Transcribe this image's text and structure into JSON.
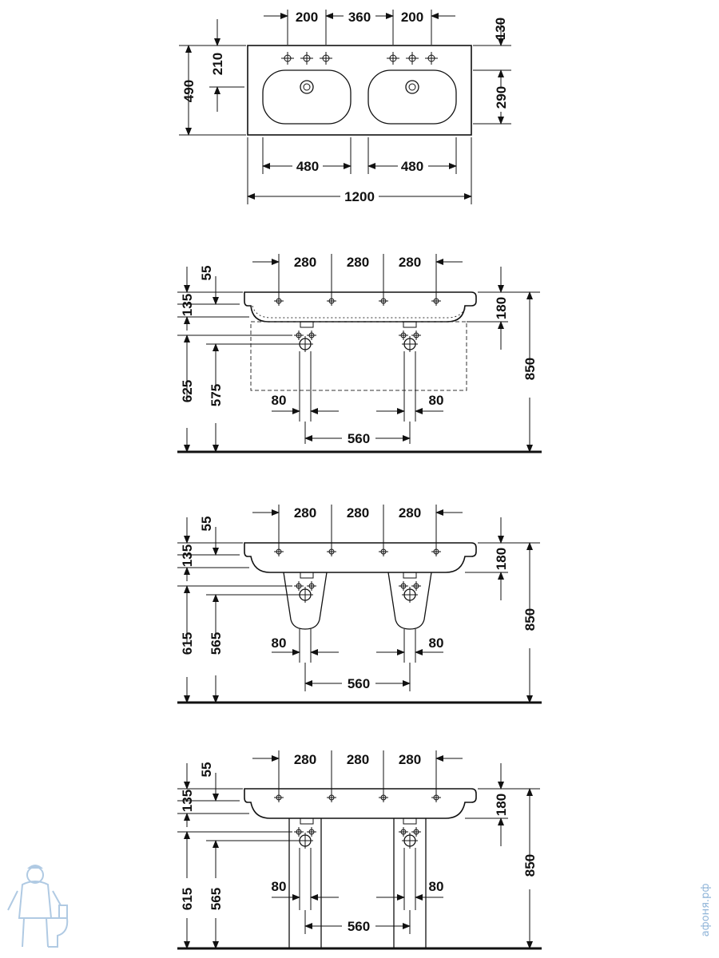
{
  "top_view": {
    "tap_spacing_left": "200",
    "tap_spacing_center": "360",
    "tap_spacing_right": "200",
    "depth_total": "490",
    "tap_to_back": "210",
    "back_to_tap_row": "130",
    "bowl_depth": "290",
    "bowl_width_left": "480",
    "bowl_width_right": "480",
    "overall_width": "1200"
  },
  "view_a": {
    "hole_spacing_1": "280",
    "hole_spacing_2": "280",
    "hole_spacing_3": "280",
    "top_thickness": "55",
    "rim_height": "135",
    "right_height": "180",
    "trap_height": "625",
    "supply_height": "575",
    "offset_left": "80",
    "offset_right": "80",
    "waste_spacing": "560",
    "total_height": "850"
  },
  "view_b": {
    "hole_spacing_1": "280",
    "hole_spacing_2": "280",
    "hole_spacing_3": "280",
    "top_thickness": "55",
    "rim_height": "135",
    "right_height": "180",
    "trap_height": "615",
    "supply_height": "565",
    "offset_left": "80",
    "offset_right": "80",
    "waste_spacing": "560",
    "total_height": "850"
  },
  "view_c": {
    "hole_spacing_1": "280",
    "hole_spacing_2": "280",
    "hole_spacing_3": "280",
    "top_thickness": "55",
    "rim_height": "135",
    "right_height": "180",
    "trap_height": "615",
    "supply_height": "565",
    "offset_left": "80",
    "offset_right": "80",
    "waste_spacing": "560",
    "total_height": "850"
  },
  "watermark": {
    "text": "афоня.рф",
    "logo_icon": "plumber-mascot-icon",
    "logo_color": "#8fb4d8"
  }
}
